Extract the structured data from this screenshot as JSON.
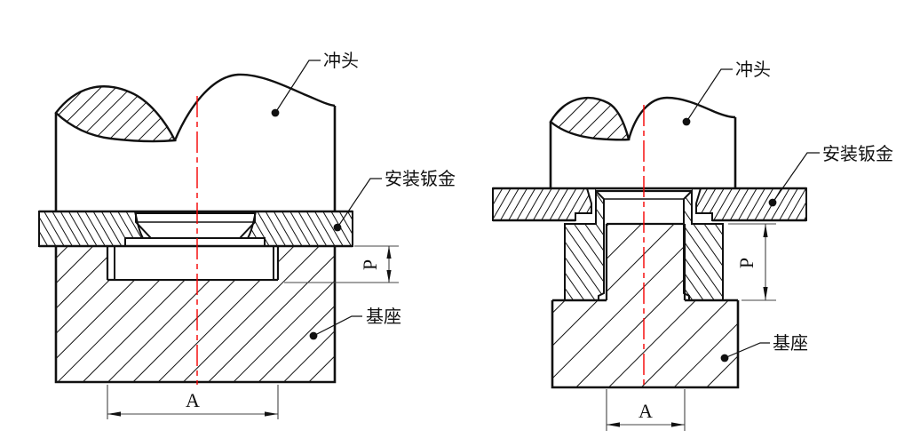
{
  "figure": {
    "background": "#ffffff",
    "line_color": "#111111",
    "centerline_color": "#f40000",
    "views": [
      {
        "id": "left-view",
        "labels": {
          "punch": "冲头",
          "sheet_metal": "安装钣金",
          "base": "基座"
        },
        "dimensions": {
          "width_label": "A",
          "depth_label": "P"
        }
      },
      {
        "id": "right-view",
        "labels": {
          "punch": "冲头",
          "sheet_metal": "安装钣金",
          "base": "基座"
        },
        "dimensions": {
          "width_label": "A",
          "depth_label": "P"
        }
      }
    ]
  }
}
